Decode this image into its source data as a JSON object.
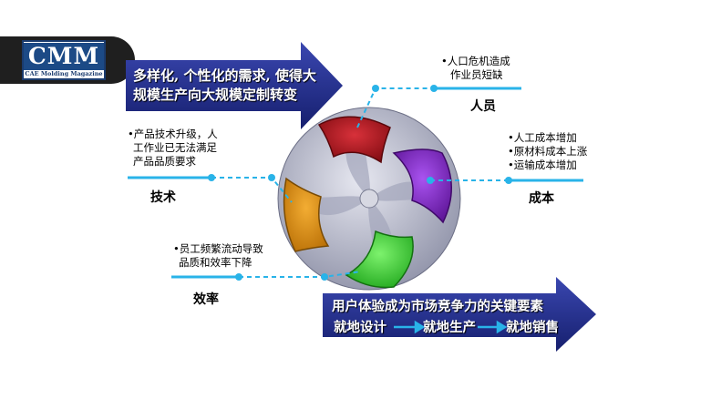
{
  "logo": {
    "main": "CMM",
    "sub": "CAE Molding Magazine"
  },
  "top_arrow": {
    "lines": [
      "多样化, 个性化的需求, 使得大",
      "规模生产向大规模定制转变"
    ]
  },
  "bottom_arrow": {
    "line1": "用户体验成为市场竞争力的关键要素",
    "steps": [
      "就地设计",
      "就地生产",
      "就地销售"
    ]
  },
  "personnel": {
    "bullets": [
      "•人口危机造成",
      "作业员短缺"
    ],
    "label": "人员"
  },
  "cost": {
    "bullets": [
      "•人工成本增加",
      "•原材料成本上涨",
      "•运输成本增加"
    ],
    "label": "成本"
  },
  "technology": {
    "bullets": [
      "•产品技术升级，人",
      "工作业已无法满足",
      "产品品质要求"
    ],
    "label": "技术"
  },
  "efficiency": {
    "bullets": [
      "•员工频繁流动导致",
      "品质和效率下降"
    ],
    "label": "效率"
  },
  "colors": {
    "arrow": "#1f2a86",
    "connector": "#29b3e8",
    "red": "#b3131a",
    "purple": "#8a2bd2",
    "orange": "#e0900f",
    "green": "#3fd13c",
    "gear": "#b4b6c8"
  }
}
